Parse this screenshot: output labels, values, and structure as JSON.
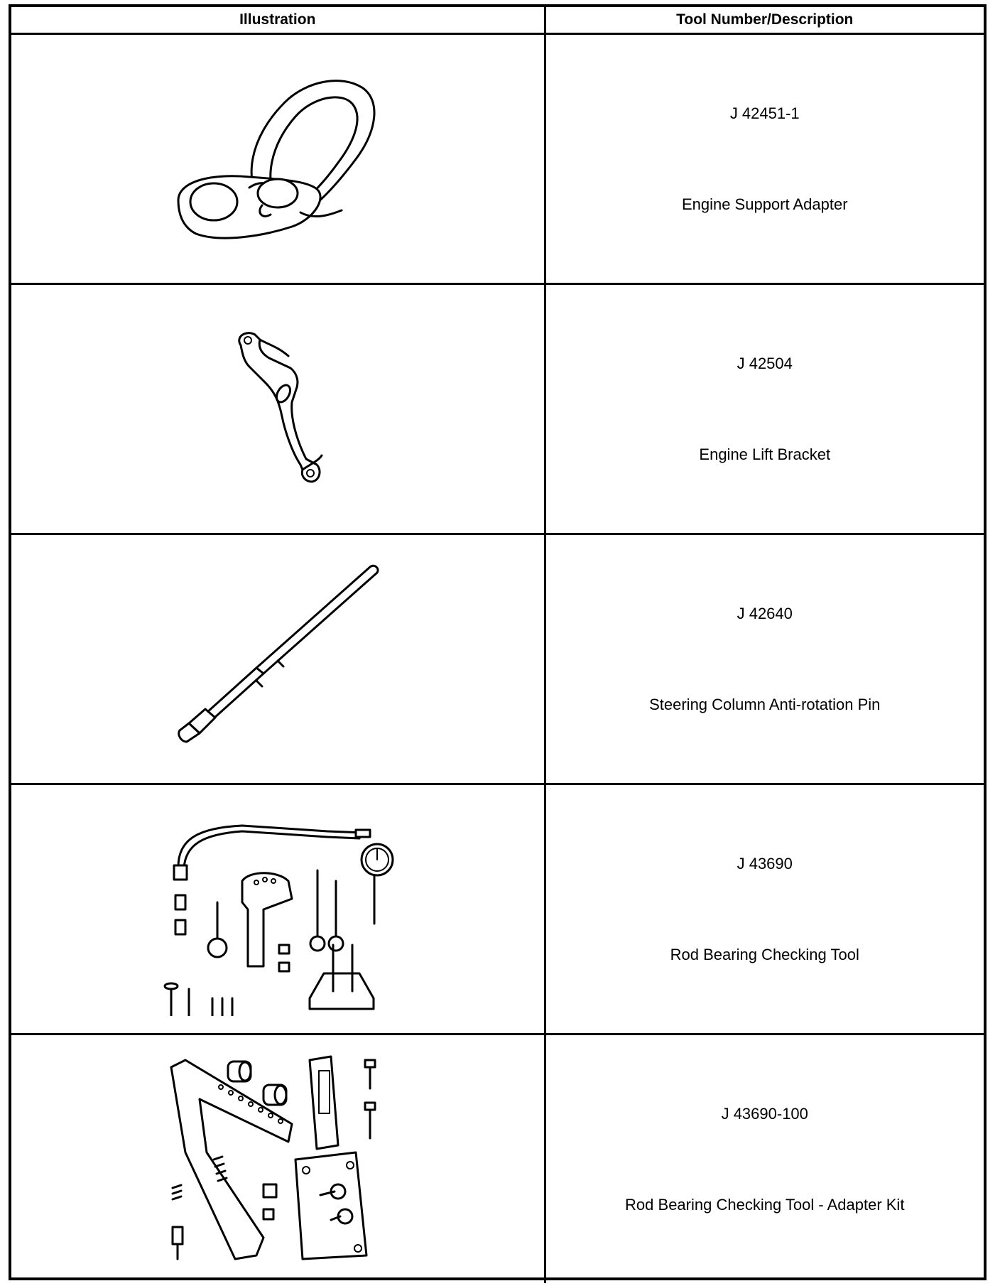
{
  "table": {
    "headers": {
      "illustration": "Illustration",
      "tool": "Tool Number/Description"
    },
    "rows": [
      {
        "number": "J 42451-1",
        "description": "Engine Support Adapter",
        "icon": "engine-support-adapter"
      },
      {
        "number": "J 42504",
        "description": "Engine Lift Bracket",
        "icon": "engine-lift-bracket"
      },
      {
        "number": "J 42640",
        "description": "Steering Column Anti-rotation Pin",
        "icon": "anti-rotation-pin"
      },
      {
        "number": "J 43690",
        "description": "Rod Bearing Checking Tool",
        "icon": "rod-bearing-checking-tool"
      },
      {
        "number": "J 43690-100",
        "description": "Rod Bearing Checking Tool - Adapter Kit",
        "icon": "adapter-kit"
      }
    ]
  }
}
